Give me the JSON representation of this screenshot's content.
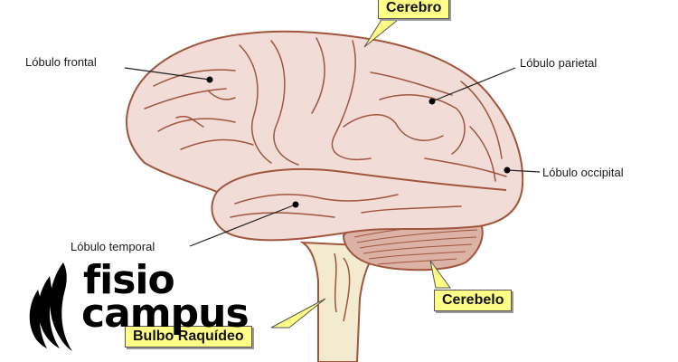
{
  "diagram": {
    "subject": "Human brain lateral view",
    "colors": {
      "cortex_fill": "#f2dcd8",
      "sulci_stroke": "#a0553c",
      "brainstem_fill": "#f2ebcf",
      "cerebellum_fill": "#dcb2a6",
      "callout_bg": "#ffff88",
      "leader_line": "#222222"
    },
    "labels": {
      "frontal": "Lóbulo frontal",
      "parietal": "Lóbulo parietal",
      "occipital": "Lóbulo occipital",
      "temporal": "Lóbulo temporal"
    },
    "callouts": {
      "cerebro": "Cerebro",
      "cerebelo": "Cerebelo",
      "bulbo": "Bulbo Raquídeo"
    }
  },
  "logo": {
    "line1": "fisio",
    "line2": "campus",
    "icon": "flame-icon"
  }
}
